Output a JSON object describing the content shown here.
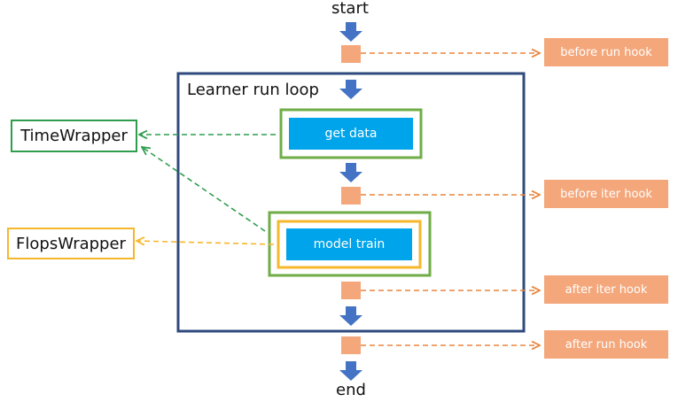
{
  "labels": {
    "start": "start",
    "end": "end",
    "loop_title": "Learner run loop"
  },
  "steps": {
    "get_data": "get data",
    "model_train": "model train"
  },
  "hooks": {
    "before_run": "before run hook",
    "before_iter": "before iter hook",
    "after_iter": "after iter hook",
    "after_run": "after run hook"
  },
  "wrappers": {
    "time": "TimeWrapper",
    "flops": "FlopsWrapper"
  },
  "colors": {
    "flow_arrow": "#4472C4",
    "loop_border": "#2F4A7E",
    "step_fill": "#00A4EA",
    "hook_fill": "#F4A77B",
    "hook_connector": "#E8853F",
    "time_wrapper": "#2E9E4E",
    "frame_green": "#70AD47",
    "flops_wrapper": "#F7B72D"
  }
}
